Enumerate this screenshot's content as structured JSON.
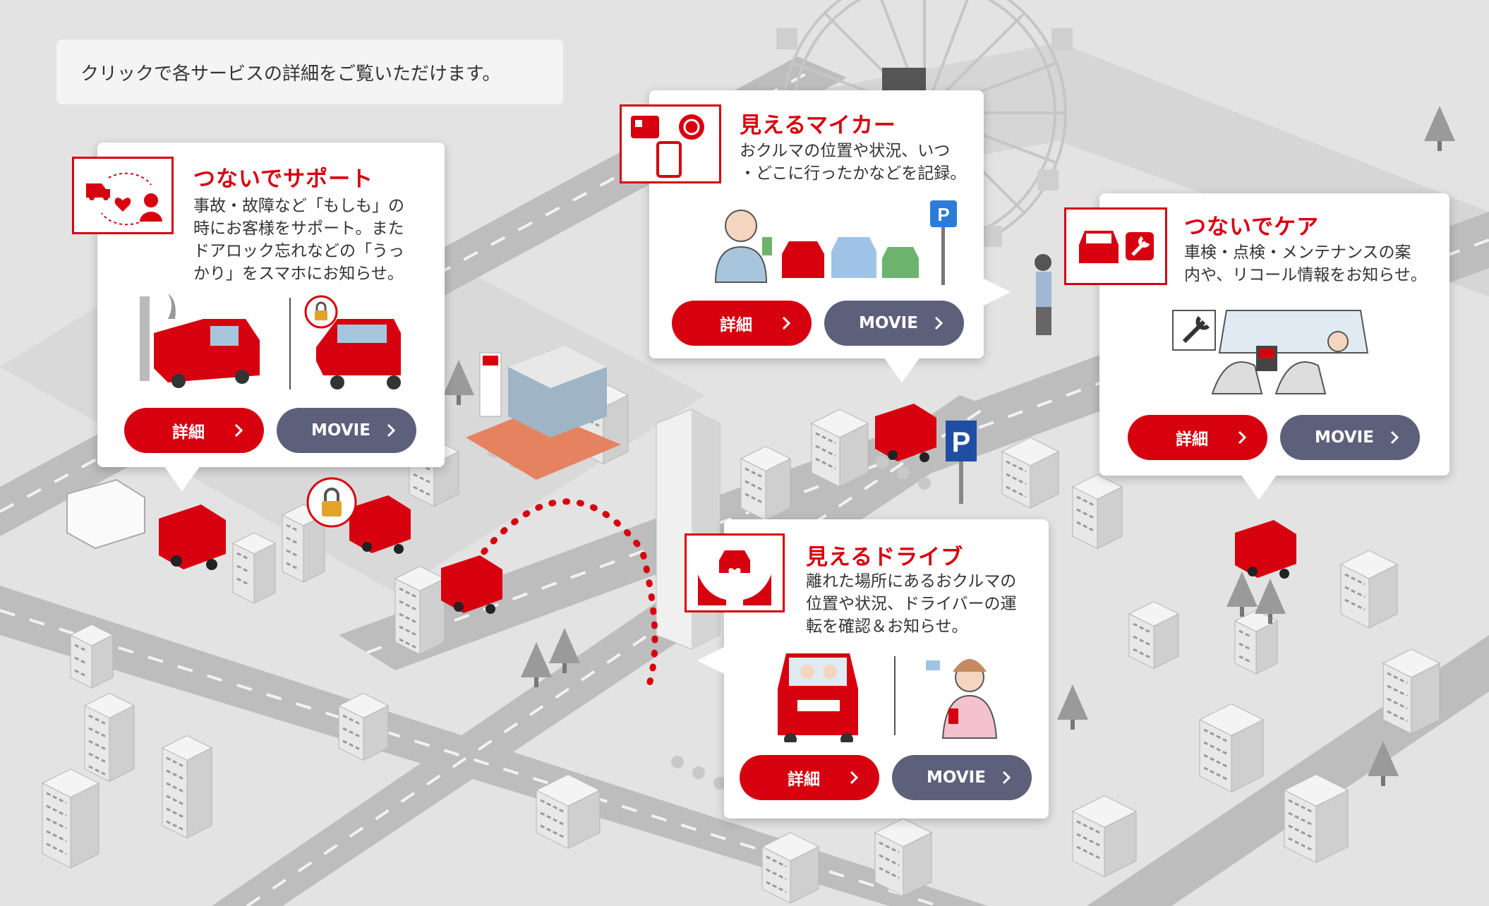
{
  "hint_text": "クリックで各サービスの詳細をご覧いただけます。",
  "colors": {
    "brand_red": "#d7000f",
    "movie_gray": "#5d607a",
    "map_bg": "#e3e3e3"
  },
  "parking_sign": "P",
  "cards": [
    {
      "id": "support",
      "title": "つないでサポート",
      "desc": [
        "事故・故障など「もしも」の",
        "時にお客様をサポート。また",
        "ドアロック忘れなどの「うっ",
        "かり」をスマホにお知らせ。"
      ],
      "icon": "car-heart-operator-icon",
      "detail_label": "詳細",
      "movie_label": "MOVIE"
    },
    {
      "id": "mycar",
      "title": "見えるマイカー",
      "desc": [
        "おクルマの位置や状況、いつ",
        "・どこに行ったかなどを記録。"
      ],
      "icon": "parking-meter-phone-icon",
      "detail_label": "詳細",
      "movie_label": "MOVIE"
    },
    {
      "id": "care",
      "title": "つないでケア",
      "desc": [
        "車検・点検・メンテナンスの案",
        "内や、リコール情報をお知らせ。"
      ],
      "icon": "car-wrench-icon",
      "detail_label": "詳細",
      "movie_label": "MOVIE"
    },
    {
      "id": "drive",
      "title": "見えるドライブ",
      "desc": [
        "離れた場所にあるおクルマの",
        "位置や状況、ドライバーの運",
        "転を確認＆お知らせ。"
      ],
      "icon": "hands-car-icon",
      "detail_label": "詳細",
      "movie_label": "MOVIE"
    }
  ]
}
